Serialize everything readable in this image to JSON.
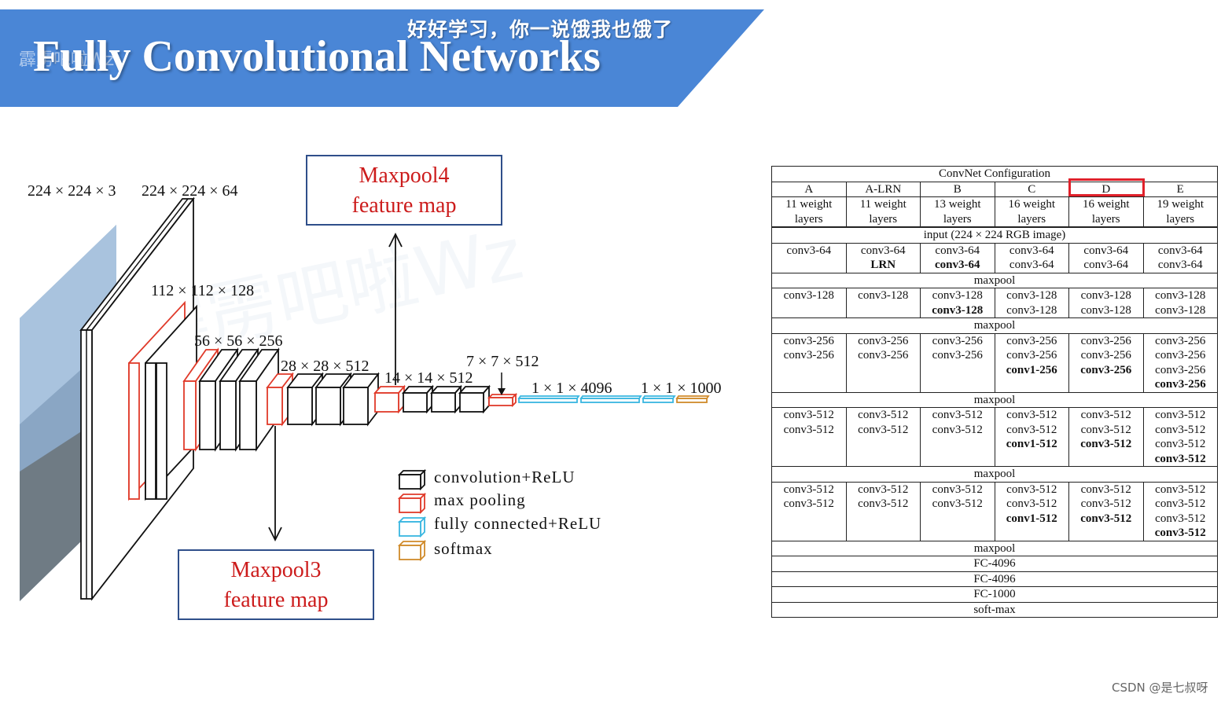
{
  "header": {
    "title": "Fully Convolutional Networks",
    "subtitle_cn": "好好学习，你一说饿我也饿了",
    "watermark": "霹雳吧啦Wz"
  },
  "diagram": {
    "dim_labels": [
      "224 × 224 × 3",
      "224 × 224 × 64",
      "112 × 112 × 128",
      "56 × 56 × 256",
      "28 × 28 × 512",
      "14 × 14 × 512",
      "7 × 7 × 512",
      "1 × 1 × 4096",
      "1 × 1 × 1000"
    ],
    "legend": [
      {
        "label": "convolution+ReLU",
        "color": "#111111"
      },
      {
        "label": "max  pooling",
        "color": "#e03a2a"
      },
      {
        "label": "fully  connected+ReLU",
        "color": "#38b6e0"
      },
      {
        "label": "softmax",
        "color": "#d08a2a"
      }
    ],
    "callouts": {
      "maxpool4": [
        "Maxpool4",
        "feature map"
      ],
      "maxpool3": [
        "Maxpool3",
        "feature map"
      ]
    }
  },
  "table": {
    "title": "ConvNet Configuration",
    "columns": [
      "A",
      "A-LRN",
      "B",
      "C",
      "D",
      "E"
    ],
    "weights": [
      [
        "11 weight",
        "layers"
      ],
      [
        "11 weight",
        "layers"
      ],
      [
        "13 weight",
        "layers"
      ],
      [
        "16 weight",
        "layers"
      ],
      [
        "16 weight",
        "layers"
      ],
      [
        "19 weight",
        "layers"
      ]
    ],
    "input": "input (224 × 224 RGB image)",
    "blocks": [
      [
        [
          {
            "t": "conv3-64"
          }
        ],
        [
          {
            "t": "conv3-64"
          },
          {
            "t": "LRN",
            "b": true
          }
        ],
        [
          {
            "t": "conv3-64"
          },
          {
            "t": "conv3-64",
            "b": true
          }
        ],
        [
          {
            "t": "conv3-64"
          },
          {
            "t": "conv3-64"
          }
        ],
        [
          {
            "t": "conv3-64"
          },
          {
            "t": "conv3-64"
          }
        ],
        [
          {
            "t": "conv3-64"
          },
          {
            "t": "conv3-64"
          }
        ]
      ],
      [
        [
          {
            "t": "conv3-128"
          }
        ],
        [
          {
            "t": "conv3-128"
          }
        ],
        [
          {
            "t": "conv3-128"
          },
          {
            "t": "conv3-128",
            "b": true
          }
        ],
        [
          {
            "t": "conv3-128"
          },
          {
            "t": "conv3-128"
          }
        ],
        [
          {
            "t": "conv3-128"
          },
          {
            "t": "conv3-128"
          }
        ],
        [
          {
            "t": "conv3-128"
          },
          {
            "t": "conv3-128"
          }
        ]
      ],
      [
        [
          {
            "t": "conv3-256"
          },
          {
            "t": "conv3-256"
          }
        ],
        [
          {
            "t": "conv3-256"
          },
          {
            "t": "conv3-256"
          }
        ],
        [
          {
            "t": "conv3-256"
          },
          {
            "t": "conv3-256"
          }
        ],
        [
          {
            "t": "conv3-256"
          },
          {
            "t": "conv3-256"
          },
          {
            "t": "conv1-256",
            "b": true
          }
        ],
        [
          {
            "t": "conv3-256"
          },
          {
            "t": "conv3-256"
          },
          {
            "t": "conv3-256",
            "b": true
          }
        ],
        [
          {
            "t": "conv3-256"
          },
          {
            "t": "conv3-256"
          },
          {
            "t": "conv3-256"
          },
          {
            "t": "conv3-256",
            "b": true
          }
        ]
      ],
      [
        [
          {
            "t": "conv3-512"
          },
          {
            "t": "conv3-512"
          }
        ],
        [
          {
            "t": "conv3-512"
          },
          {
            "t": "conv3-512"
          }
        ],
        [
          {
            "t": "conv3-512"
          },
          {
            "t": "conv3-512"
          }
        ],
        [
          {
            "t": "conv3-512"
          },
          {
            "t": "conv3-512"
          },
          {
            "t": "conv1-512",
            "b": true
          }
        ],
        [
          {
            "t": "conv3-512"
          },
          {
            "t": "conv3-512"
          },
          {
            "t": "conv3-512",
            "b": true
          }
        ],
        [
          {
            "t": "conv3-512"
          },
          {
            "t": "conv3-512"
          },
          {
            "t": "conv3-512"
          },
          {
            "t": "conv3-512",
            "b": true
          }
        ]
      ],
      [
        [
          {
            "t": "conv3-512"
          },
          {
            "t": "conv3-512"
          }
        ],
        [
          {
            "t": "conv3-512"
          },
          {
            "t": "conv3-512"
          }
        ],
        [
          {
            "t": "conv3-512"
          },
          {
            "t": "conv3-512"
          }
        ],
        [
          {
            "t": "conv3-512"
          },
          {
            "t": "conv3-512"
          },
          {
            "t": "conv1-512",
            "b": true
          }
        ],
        [
          {
            "t": "conv3-512"
          },
          {
            "t": "conv3-512"
          },
          {
            "t": "conv3-512",
            "b": true
          }
        ],
        [
          {
            "t": "conv3-512"
          },
          {
            "t": "conv3-512"
          },
          {
            "t": "conv3-512"
          },
          {
            "t": "conv3-512",
            "b": true
          }
        ]
      ]
    ],
    "maxpool": "maxpool",
    "tail": [
      "maxpool",
      "FC-4096",
      "FC-4096",
      "FC-1000",
      "soft-max"
    ],
    "highlight_column": "D"
  },
  "footer": {
    "csdn": "CSDN @是七叔呀"
  }
}
